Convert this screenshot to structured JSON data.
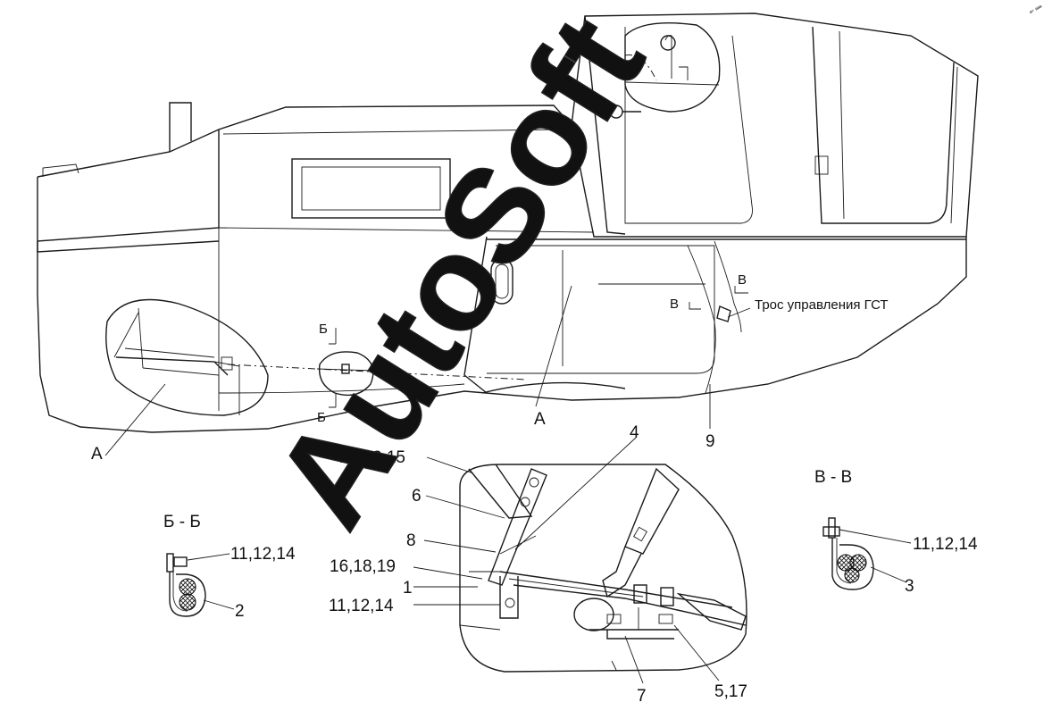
{
  "labels": {
    "view_a_top": "А",
    "view_a_left": "А",
    "section_b_upper": "Б",
    "section_b_lower": "Б",
    "section_v_left": "В",
    "section_v_right": "В",
    "cable_note": "Трос управления ГСТ",
    "part_9": "9",
    "section_b_title": "Б - Б",
    "section_v_title": "В - В",
    "callout_b_fastener": "11,12,14",
    "callout_b_clamp": "2",
    "callout_v_fastener": "11,12,14",
    "callout_v_clamp": "3",
    "callout_4": "4",
    "callout_10_13_15": "10,13,15",
    "callout_6": "6",
    "callout_8": "8",
    "callout_16_18_19": "16,18,19",
    "callout_1": "1",
    "callout_11_12_14": "11,12,14",
    "callout_7": "7",
    "callout_5_17": "5,17"
  },
  "watermark": "AutoSoft",
  "corner_mark": "ª° ªªª"
}
